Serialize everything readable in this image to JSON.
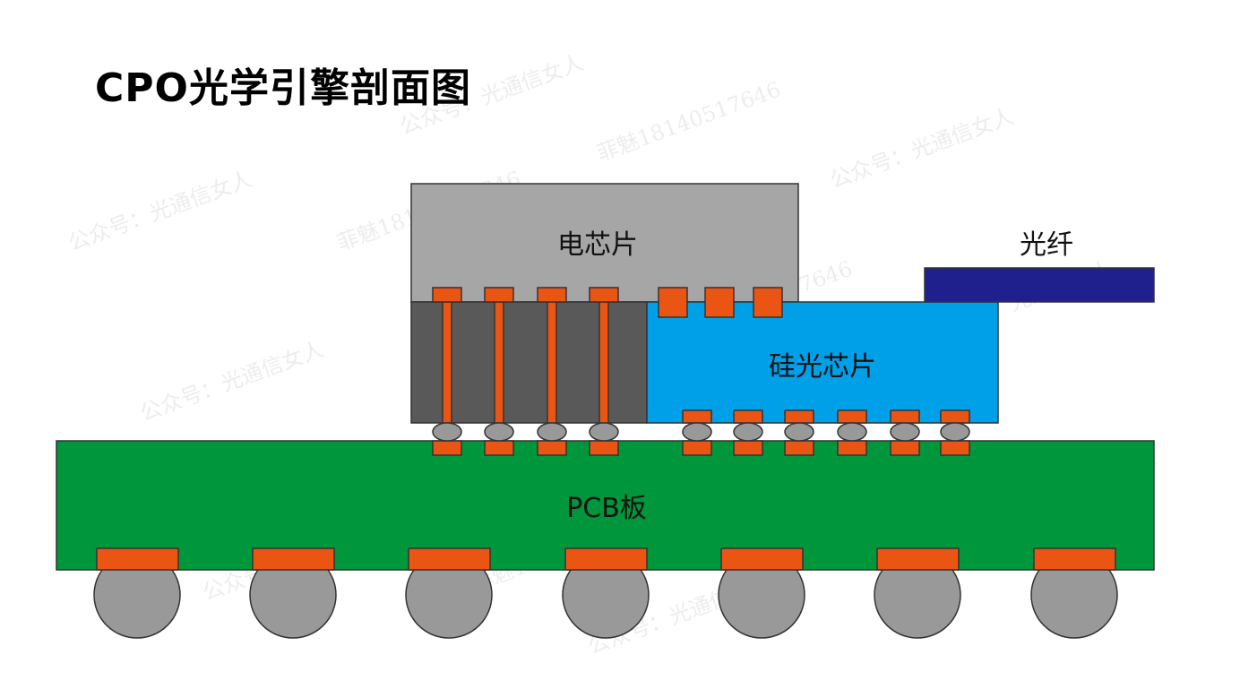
{
  "title": "CPO光学引擎剖面图",
  "labels": {
    "electrical_chip": "电芯片",
    "fiber": "光纤",
    "silicon_photonic_chip": "硅光芯片",
    "pcb": "PCB板"
  },
  "watermarks": [
    "公众号：光通信女人",
    "菲魅18140517646"
  ],
  "colors": {
    "electrical_chip": "#a6a6a6",
    "interposer": "#595959",
    "silicon_photonic_chip": "#00a0e9",
    "fiber": "#1f1f8e",
    "pcb": "#00963c",
    "pad": "#ea5514",
    "solder": "#999999"
  }
}
